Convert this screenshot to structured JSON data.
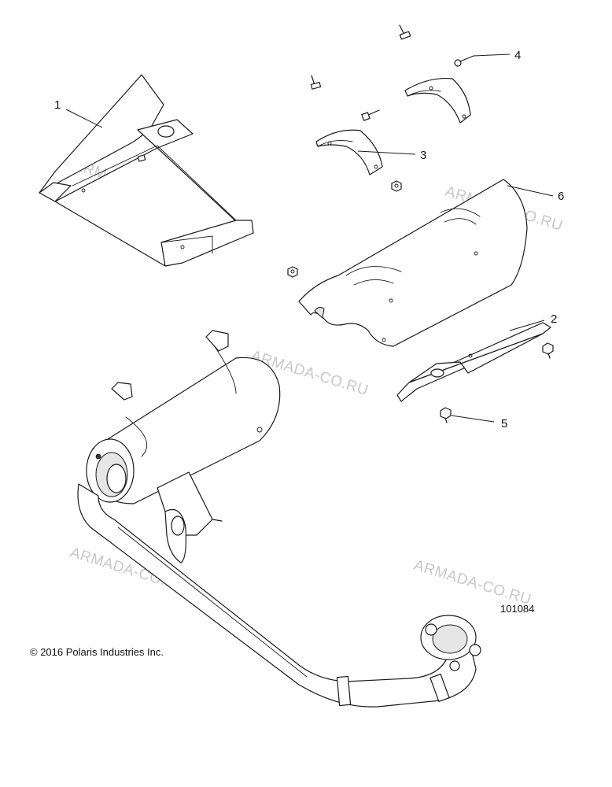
{
  "callouts": {
    "c1": "1",
    "c2": "2",
    "c3": "3",
    "c4": "4",
    "c5": "5",
    "c6": "6"
  },
  "watermark": "ARMADA-CO.RU",
  "diagram_id": "101084",
  "copyright": "© 2016 Polaris Industries Inc.",
  "colors": {
    "line": "#1a1a1a",
    "watermark": "#c8c8c8",
    "background": "#ffffff"
  }
}
